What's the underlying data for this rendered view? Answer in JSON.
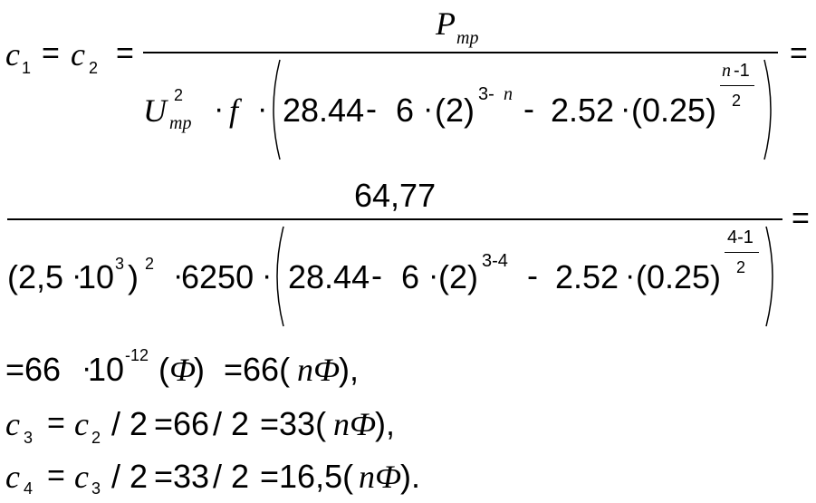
{
  "eq1": {
    "c1": "c",
    "c1_sub": "1",
    "eq_a": "=",
    "c2": "c",
    "c2_sub": "2",
    "eq_b": "=",
    "num_P": "P",
    "num_P_sub": "тр",
    "den_U": "U",
    "den_U_sup": "2",
    "den_U_sub": "тр",
    "dot1": "·",
    "f": "f",
    "dot2": "·",
    "v1": "28.44",
    "minus1": "-",
    "v2": "6",
    "dot3": "·",
    "v3": "(2)",
    "exp3": "3-",
    "exp3_n": "n",
    "minus2": "-",
    "v4": "2.52",
    "dot4": "·",
    "v5": "(0.25)",
    "exp_n": "n",
    "exp_minus1": "-1",
    "exp_den": "2",
    "eq_end": "="
  },
  "eq2": {
    "numerator": "64,77",
    "d1": "(2,5",
    "dot1": "·",
    "d2": "10",
    "d2_sup": "3",
    "d3": ")",
    "d3_sup": "2",
    "dot2": "·",
    "d4": "6250",
    "dot3": "·",
    "v1": "28.44",
    "minus1": "-",
    "v2": "6",
    "dot4": "·",
    "v3": "(2)",
    "exp3": "3-4",
    "minus2": "-",
    "v4": "2.52",
    "dot5": "·",
    "v5": "(0.25)",
    "exp_num": "4-1",
    "exp_den": "2",
    "eq_end": "="
  },
  "eq3": {
    "a": "=66",
    "dot": "·",
    "b": "10",
    "b_sup": "-12",
    "c": "(",
    "c_unit": "Ф",
    "c_close": ")",
    "d": "=66(",
    "d_unit": "nФ",
    "d_close": "),"
  },
  "eq4": {
    "c": "c",
    "c_sub": "3",
    "eq": "=",
    "c2": "c",
    "c2_sub": "2",
    "rest1": "/ 2",
    "rest2": "=66",
    "rest3": "/ 2",
    "rest4": "=33(",
    "unit": "nФ",
    "close": "),"
  },
  "eq5": {
    "c": "c",
    "c_sub": "4",
    "eq": "=",
    "c3": "c",
    "c3_sub": "3",
    "rest1": "/ 2",
    "rest2": "=33",
    "rest3": "/ 2",
    "rest4": "=16,5(",
    "unit": "nФ",
    "close": ")."
  }
}
